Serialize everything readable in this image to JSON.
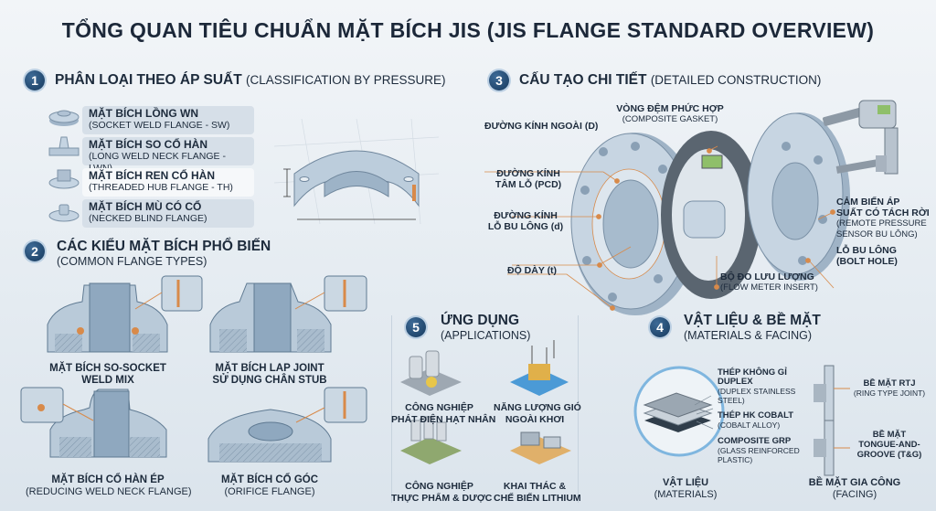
{
  "title": "TỔNG QUAN TIÊU CHUẨN MẶT BÍCH JIS (JIS FLANGE STANDARD OVERVIEW)",
  "colors": {
    "accent_navy": "#1f4a73",
    "copper": "#d88a4a",
    "steel": "#b9cad9",
    "background": "#e8eef3"
  },
  "section1": {
    "number": "1",
    "title": "PHÂN LOẠI THEO ÁP SUẤT",
    "subtitle": "(CLASSIFICATION BY PRESSURE)",
    "items": [
      {
        "name": "MẶT BÍCH LỒNG WN",
        "en": "(SOCKET WELD FLANGE - SW)"
      },
      {
        "name": "MẶT BÍCH SO CỔ HÀN",
        "en": "(LONG WELD NECK FLANGE - LWN)"
      },
      {
        "name": "MẶT BÍCH REN CỔ HÀN",
        "en": "(THREADED HUB FLANGE - TH)"
      },
      {
        "name": "MẶT BÍCH MÙ CÓ CỔ",
        "en": "(NECKED BLIND FLANGE)"
      }
    ]
  },
  "section2": {
    "number": "2",
    "title": "CÁC KIỂU MẶT BÍCH PHỔ BIẾN",
    "subtitle": "(COMMON FLANGE TYPES)",
    "types": [
      {
        "line1": "MẶT BÍCH SO-SOCKET",
        "line2": "WELD MIX"
      },
      {
        "line1": "MẶT BÍCH LAP JOINT",
        "line2": "SỬ DỤNG CHÂN STUB"
      },
      {
        "line1": "MẶT BÍCH CỔ HÀN ÉP",
        "line2": "(REDUCING WELD NECK FLANGE)"
      },
      {
        "line1": "MẶT BÍCH CỔ GÓC",
        "line2": "(ORIFICE FLANGE)"
      }
    ]
  },
  "section3": {
    "number": "3",
    "title": "CẤU TẠO CHI TIẾT",
    "subtitle": "(DETAILED CONSTRUCTION)",
    "labels": {
      "outer_diameter": "ĐƯỜNG KÍNH NGOÀI (D)",
      "pcd_1": "ĐƯỜNG KÍNH",
      "pcd_2": "TÂM LỖ (PCD)",
      "bolt_dia_1": "ĐƯỜNG KÍNH",
      "bolt_dia_2": "LỖ BU LÔNG (d)",
      "thickness": "ĐỘ DÀY (t)",
      "gasket": "VÒNG ĐỆM PHỨC HỢP",
      "gasket_en": "(COMPOSITE GASKET)",
      "flow_meter": "BỘ ĐO LƯU LƯỢNG",
      "flow_meter_en": "(FLOW METER INSERT)",
      "sensor_1": "CẢM BIẾN ÁP",
      "sensor_2": "SUẤT CÓ TÁCH RỜI",
      "sensor_en_1": "(REMOTE PRESSURE",
      "sensor_en_2": "SENSOR BU LÔNG)",
      "bolt_hole": "LỖ BU LÔNG",
      "bolt_hole_en": "(BOLT HOLE)"
    }
  },
  "section5": {
    "number": "5",
    "title": "ỨNG DỤNG",
    "subtitle": "(APPLICATIONS)",
    "apps": [
      {
        "line1": "CÔNG NGHIỆP",
        "line2": "PHÁT ĐIỆN HẠT NHÂN",
        "icon": "nuclear-plant-icon"
      },
      {
        "line1": "NĂNG LƯỢNG GIÓ",
        "line2": "NGOÀI KHƠI",
        "icon": "offshore-wind-icon"
      },
      {
        "line1": "CÔNG NGHIỆP",
        "line2": "THỰC PHẨM & DƯỢC",
        "icon": "food-pharma-plant-icon"
      },
      {
        "line1": "KHAI THÁC &",
        "line2": "CHẾ BIẾN LITHIUM",
        "icon": "lithium-mining-icon"
      }
    ]
  },
  "section4": {
    "number": "4",
    "title": "VẬT LIỆU & BỀ MẶT",
    "subtitle": "(MATERIALS & FACING)",
    "materials": [
      {
        "name_1": "THÉP KHÔNG GỈ",
        "name_2": "DUPLEX",
        "en_1": "(DUPLEX STAINLESS",
        "en_2": "STEEL)"
      },
      {
        "name_1": "THÉP HK COBALT",
        "en_1": "(COBALT ALLOY)"
      },
      {
        "name_1": "COMPOSITE GRP",
        "en_1": "(GLASS REINFORCED",
        "en_2": "PLASTIC)"
      }
    ],
    "materials_caption": "VẬT LIỆU",
    "materials_caption_en": "(MATERIALS)",
    "facings": [
      {
        "name_1": "BỀ MẶT RTJ",
        "en_1": "(RING TYPE JOINT)"
      },
      {
        "name_1": "BỀ MẶT",
        "name_2": "TONGUE-AND-",
        "name_3": "GROOVE (T&G)"
      }
    ],
    "facing_caption": "BỀ MẶT GIA CÔNG",
    "facing_caption_en": "(FACING)"
  }
}
